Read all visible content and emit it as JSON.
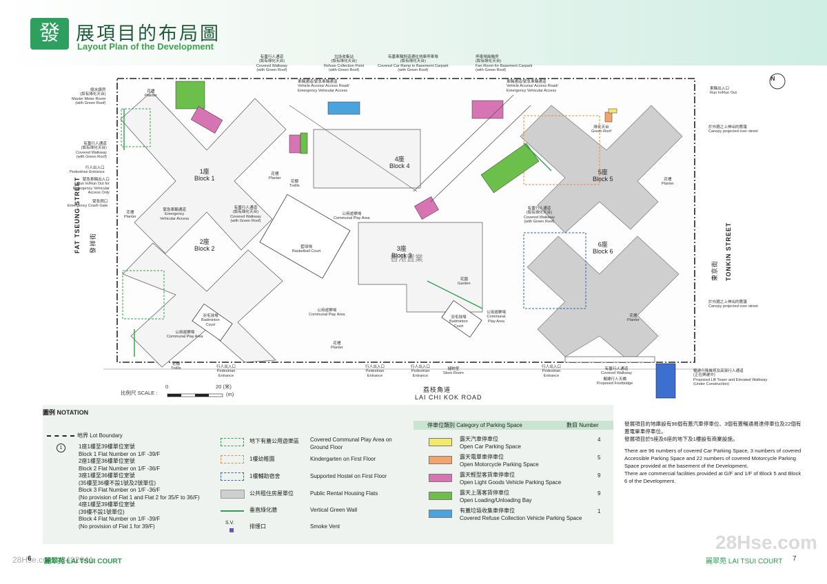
{
  "header": {
    "icon_char": "發",
    "title_zh": "展項目的布局圖",
    "title_en": "Layout Plan of the Development"
  },
  "plan": {
    "compass": "N",
    "blocks": [
      {
        "id": "1",
        "zh": "1座",
        "en": "Block 1"
      },
      {
        "id": "2",
        "zh": "2座",
        "en": "Block 2"
      },
      {
        "id": "3",
        "zh": "3座",
        "en": "Block 3"
      },
      {
        "id": "4",
        "zh": "4座",
        "en": "Block 4"
      },
      {
        "id": "5",
        "zh": "5座",
        "en": "Block 5"
      },
      {
        "id": "6",
        "zh": "6座",
        "en": "Block 6"
      }
    ],
    "streets": {
      "west_zh": "發祥街",
      "west_en": "FAT TSEUNG STREET",
      "east_zh": "東京街",
      "east_en": "TONKIN STREET",
      "south_zh": "荔枝角道",
      "south_en": "LAI CHI KOK ROAD"
    },
    "labels": {
      "covered_walkway_top": "有蓋行人通道\n(設有綠化天台)\nCovered Walkway\n(with Green Roof)",
      "refuse": "垃圾收集站\n(設有綠化天台)\nRefuse Collection Point\n(with Green Roof)",
      "ramp": "有蓋車輛斜道通往地庫停車場\n(設有綠化天台)\nCovered Car Ramp to Basement Carpark\n(with Green Roof)",
      "fan_room": "停車場風機房\n(設有綠化天台)\nFan Room for Basement Carpark\n(with Green Roof)",
      "vehicle_access_1": "車輛通道/緊急車輛通道\nVehicle Access/ Access Road/\nEmergency Vehicular Access",
      "vehicle_access_2": "車輛通道/緊急車輛通道\nVehicle Access/ Access Road/\nEmergency Vehicular Access",
      "run_in_out": "車輛出入口\nRun In/Run Out",
      "meter_room": "總水錶房\n(設有綠化天台)\nMaster Meter Room\n(with Green Roof)",
      "covered_walkway_w": "有蓋行人通道\n(設有綠化天台)\nCovered Walkway\n(with Green Roof)",
      "ped_entrance_w": "行人出入口\nPedestrian Entrance",
      "run_in_out_w": "緊急車輛出入口\nRun In/Run Out for\nEmergency Vehicular\nAccess Only",
      "crash_gate": "緊急閘口\nEmergency Crash Gate",
      "canopy_1": "於外牆之上伸出的簷篷\nCanopy projected over street",
      "canopy_2": "於外牆之上伸出的簷篷\nCanopy projected over street",
      "green_roof": "綠化天台\nGreen Roof",
      "planter": "花槽\nPlanter",
      "trellis": "花棚\nTrellis",
      "eva": "緊急車輛通道\nEmergency\nVehicular Access",
      "basketball": "籃球場\nBasketball Court",
      "badminton_1": "羽毛球場\nBadminton\nCourt",
      "badminton_2": "羽毛球場\nBadminton\nCourt",
      "cpa_1": "公用遊樂場\nCommunal Play Area",
      "cpa_2": "公用遊樂場\nCommunal Play Area",
      "cpa_3": "公用遊樂場\nCommunal Play Area",
      "cpa_4": "公用遊樂場\nCommunal\nPlay Area",
      "garden": "花園\nGarden",
      "store_room": "儲物室\nStore Room",
      "ped_entrance_s1": "行人出入口\nPedestrian\nEntrance",
      "ped_entrance_s2": "行人出入口\nPedestrian\nEntrance",
      "ped_entrance_s3": "行人出入口\nPedestrian\nEntrance",
      "ped_entrance_s4": "行人出入口\nPedestrian\nEntrance",
      "lift_tower": "擬建升降機塔及高架行人通道\n(正在興建中)\nProposed Lift Tower and Elevated Walkway\n(Under Construction)",
      "footbridge": "擬建行人天橋\nProposed Footbridge",
      "covered_walkway_s": "有蓋行人通道\nCovered Walkway",
      "covered_walkway_c": "有蓋行人通道\n(設有綠化天台)\nCovered Walkway\n(with Green Roof)",
      "covered_walkway_e": "有蓋行人通道\n(設有綠化天台)\nCovered Walkway\n(with Green Roof)",
      "watermark": "香港置業"
    },
    "scale": {
      "label": "比例尺 SCALE :",
      "zero": "0",
      "twenty": "20 (米)",
      "unit": "(m)"
    }
  },
  "notation": {
    "heading": "圖例 NOTATION",
    "lot_boundary": "地界 Lot Boundary",
    "flat_no_symbol": "1",
    "flat_lines": [
      "1座1樓至39樓單位室號",
      "Block 1 Flat Number on 1/F -39/F",
      "2座1樓至36樓單位室號",
      "Block 2 Flat Number on 1/F -36/F",
      "3座1樓至36樓單位室號",
      "(35樓至36樓不設1號及2號單位)",
      "Block 3 Flat Number on 1/F -36/F",
      "(No provision of Flat 1 and Flat 2 for 35/F to 36/F)",
      "4座1樓至39樓單位室號",
      "(39樓不設1號單位)",
      "Block 4 Flat Number on 1/F -39/F",
      "(No provision of Flat 1 for 39/F)"
    ],
    "legend": [
      {
        "zh": "地下有蓋公用遊樂區",
        "en": "Covered Communal Play Area on\nGround Floor",
        "kind": "dash-green"
      },
      {
        "zh": "1樓幼稚園",
        "en": "Kindergarten on First Floor",
        "kind": "dash-orange"
      },
      {
        "zh": "1樓輔助宿舍",
        "en": "Supported Hostel on First Floor",
        "kind": "dash-blue"
      },
      {
        "zh": "公共租住房屋單位",
        "en": "Public Rental Housing Flats",
        "kind": "grey"
      },
      {
        "zh": "垂直綠化牆",
        "en": "Vertical Green Wall",
        "kind": "line-green"
      },
      {
        "zh": "排煙口",
        "en": "Smoke Vent",
        "kind": "sv",
        "code": "S.V."
      }
    ],
    "parking": {
      "head_zh": "停車位類別",
      "head_en": "Category of Parking Space",
      "head_num": "數目 Number",
      "rows": [
        {
          "zh": "露天汽車停車位",
          "en": "Open Car Parking Space",
          "num": "4",
          "color": "#f2ea6c"
        },
        {
          "zh": "露天電單車停車位",
          "en": "Open Motorcycle Parking Space",
          "num": "5",
          "color": "#f3a46a"
        },
        {
          "zh": "露天輕型客貨車停車位",
          "en": "Open Light Goods Vehicle Parking Space",
          "num": "9",
          "color": "#d774b3"
        },
        {
          "zh": "露天上落客貨停車位",
          "en": "Open Loading/Unloading Bay",
          "num": "9",
          "color": "#6cbf4a"
        },
        {
          "zh": "有蓋垃圾收集車停車位",
          "en": "Covered Refuse Collection Vehicle Parking Space",
          "num": "1",
          "color": "#4aa3dd"
        }
      ]
    }
  },
  "right_note": {
    "zh": "發展項目的地庫設有96個有蓋汽車停車位、3個有蓋暢通易達停車位及22個有蓋電單車停車位。\n發展項目於5座及6座的地下及1樓設有商業設施。",
    "en": "There are 96 numbers of covered Car Parking Space, 3 numbers of covered Accessible Parking Space and 22 numbers of covered Motorcycle Parking Space provided at the basement of the Development.\nThere are commercial facilities provided at G/F and 1/F of Block 5 and Block 6 of the Development."
  },
  "footer": {
    "left_page": "6",
    "left_name": "麗翠苑 LAI TSUI COURT",
    "right_name": "麗翠苑  LAI TSUI COURT",
    "right_page": "7",
    "watermark_left": "28Hse.com #3402641",
    "watermark_right": "28Hse.com"
  },
  "colors": {
    "accent": "#2e9f5e",
    "title": "#1f5c3a",
    "band": "#cfeee4",
    "notation_bg": "#eef3ef"
  }
}
